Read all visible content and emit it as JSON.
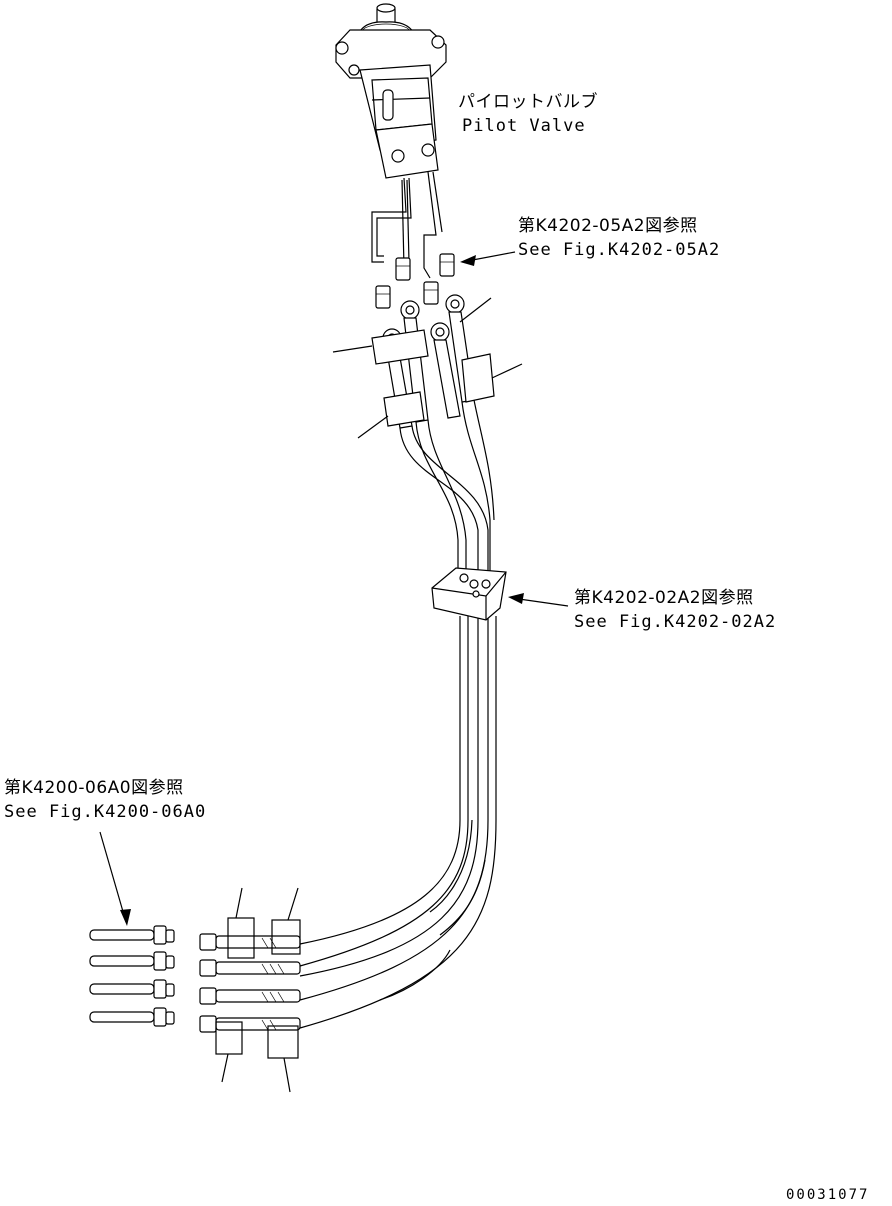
{
  "labels": {
    "pilot_valve": {
      "jp": "パイロットバルブ",
      "en": "Pilot Valve"
    },
    "ref_05a2": {
      "jp": "第K4202-05A2図参照",
      "en": "See Fig.K4202-05A2"
    },
    "ref_02a2": {
      "jp": "第K4202-02A2図参照",
      "en": "See Fig.K4202-02A2"
    },
    "ref_06a0": {
      "jp": "第K4200-06A0図参照",
      "en": "See Fig.K4200-06A0"
    }
  },
  "drawing_number": "00031077"
}
